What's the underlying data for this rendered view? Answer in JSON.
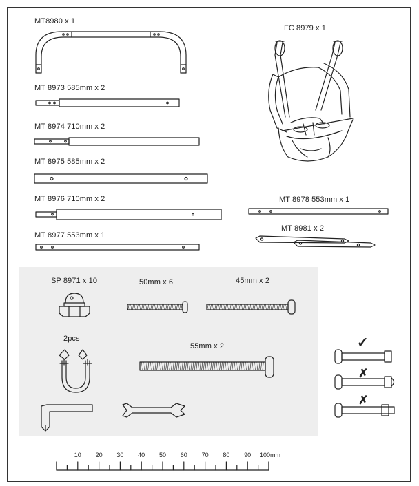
{
  "parts": {
    "mt8980": "MT8980 x 1",
    "fc8979": "FC 8979 x 1",
    "mt8973": "MT 8973 585mm x 2",
    "mt8974": "MT 8974 710mm x 2",
    "mt8975": "MT 8975 585mm x 2",
    "mt8976": "MT 8976 710mm x 2",
    "mt8977": "MT 8977 553mm x 1",
    "mt8978": "MT 8978 553mm x 1",
    "mt8981": "MT 8981 x 2"
  },
  "hardware": {
    "sp8971": "SP 8971 x 10",
    "bolt50": "50mm x 6",
    "bolt45": "45mm x 2",
    "ubolt": "2pcs",
    "bolt55": "55mm x 2"
  },
  "bolt_check": {
    "correct_mark": "✓",
    "wrong_mark_1": "✗",
    "wrong_mark_2": "✗"
  },
  "ruler": {
    "labels": [
      "10",
      "20",
      "30",
      "40",
      "50",
      "60",
      "70",
      "80",
      "90",
      "100mm"
    ]
  }
}
